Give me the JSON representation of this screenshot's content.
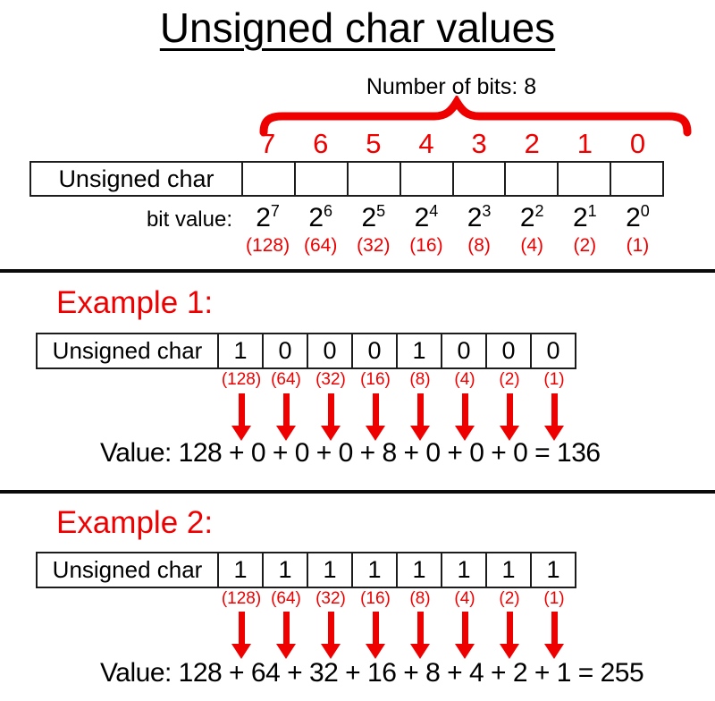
{
  "colors": {
    "accent_red": "#ee0000",
    "text_black": "#000000",
    "background": "#ffffff"
  },
  "title": "Unsigned char values",
  "diagram": {
    "bits_count_label": "Number of bits: 8",
    "bit_indices": [
      "7",
      "6",
      "5",
      "4",
      "3",
      "2",
      "1",
      "0"
    ],
    "register_label": "Unsigned char",
    "bit_value_label": "bit value:",
    "power_base": "2",
    "power_exponents": [
      "7",
      "6",
      "5",
      "4",
      "3",
      "2",
      "1",
      "0"
    ],
    "weights": [
      "(128)",
      "(64)",
      "(32)",
      "(16)",
      "(8)",
      "(4)",
      "(2)",
      "(1)"
    ]
  },
  "examples": [
    {
      "title": "Example 1:",
      "register_label": "Unsigned char",
      "bits": [
        "1",
        "0",
        "0",
        "0",
        "1",
        "0",
        "0",
        "0"
      ],
      "weights": [
        "(128)",
        "(64)",
        "(32)",
        "(16)",
        "(8)",
        "(4)",
        "(2)",
        "(1)"
      ],
      "value_line": "Value: 128 + 0 + 0 + 0 + 8 + 0 + 0 + 0 = 136",
      "result": 136
    },
    {
      "title": "Example 2:",
      "register_label": "Unsigned char",
      "bits": [
        "1",
        "1",
        "1",
        "1",
        "1",
        "1",
        "1",
        "1"
      ],
      "weights": [
        "(128)",
        "(64)",
        "(32)",
        "(16)",
        "(8)",
        "(4)",
        "(2)",
        "(1)"
      ],
      "value_line": "Value: 128 + 64 + 32 + 16 + 8 + 4 + 2 + 1 = 255",
      "result": 255
    }
  ]
}
